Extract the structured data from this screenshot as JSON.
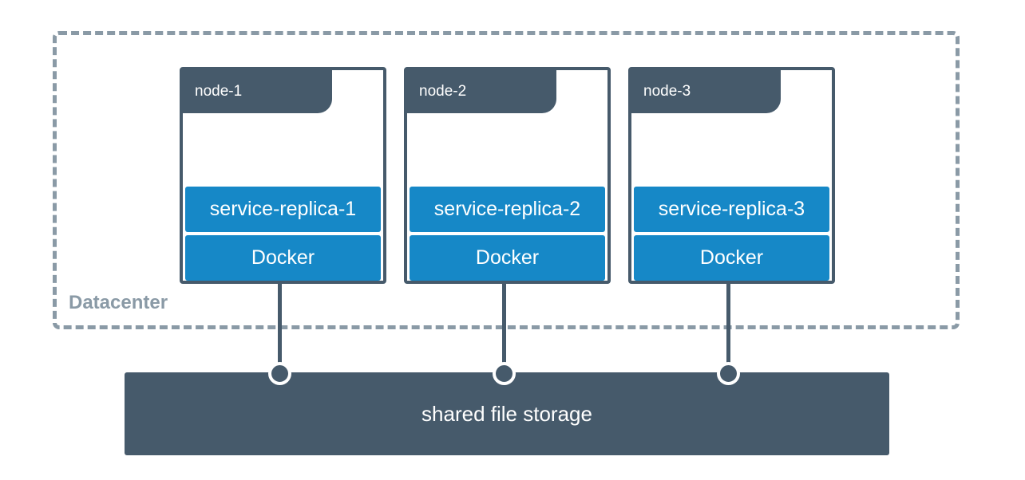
{
  "datacenter": {
    "label": "Datacenter"
  },
  "nodes": [
    {
      "name": "node-1",
      "service": "service-replica-1",
      "runtime": "Docker"
    },
    {
      "name": "node-2",
      "service": "service-replica-2",
      "runtime": "Docker"
    },
    {
      "name": "node-3",
      "service": "service-replica-3",
      "runtime": "Docker"
    }
  ],
  "storage": {
    "label": "shared file storage"
  },
  "colors": {
    "node_border": "#465a6b",
    "service_bar": "#1688c7",
    "datacenter_border": "#8a9aa6"
  }
}
